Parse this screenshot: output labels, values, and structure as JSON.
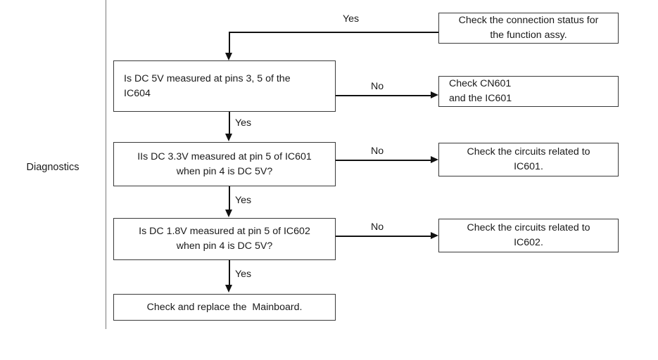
{
  "diagram": {
    "type": "flowchart",
    "title_label": "Diagnostics",
    "orientation": "top-down with branch outcomes to the right"
  },
  "nodes": {
    "check_connection": {
      "line1": "Check the connection status for",
      "line2": "the function assy.",
      "align": "center"
    },
    "q_5v_ic604": {
      "line1": "Is DC 5V measured at pins 3, 5 of the",
      "line2": "IC604",
      "align": "left"
    },
    "check_cn601": {
      "line1": "Check CN601",
      "line2": "and the IC601",
      "align": "left"
    },
    "q_33v_ic601": {
      "line1": "IIs DC 3.3V measured at pin 5 of IC601",
      "line2": "when pin 4 is DC 5V?",
      "align": "center"
    },
    "check_ic601_circuits": {
      "line1": "Check the circuits related to",
      "line2": "IC601.",
      "align": "center"
    },
    "q_18v_ic602": {
      "line1": "Is DC 1.8V measured at pin 5 of IC602",
      "line2": "when pin 4 is DC 5V?",
      "align": "center"
    },
    "check_ic602_circuits": {
      "line1": "Check the circuits related to",
      "line2": "IC602.",
      "align": "center"
    },
    "check_mainboard": {
      "line1": "Check and replace the  Mainboard.",
      "line2": "",
      "align": "center"
    }
  },
  "edges": {
    "yes_top": "Yes",
    "no_ic604": "No",
    "yes_ic604": "Yes",
    "no_ic601": "No",
    "yes_ic601": "Yes",
    "no_ic602": "No",
    "yes_ic602": "Yes"
  },
  "colors": {
    "line": "#111111",
    "box_border": "#3a3a3a",
    "divider": "#7a7a7a",
    "text": "#1a1a1a",
    "background": "#ffffff"
  }
}
